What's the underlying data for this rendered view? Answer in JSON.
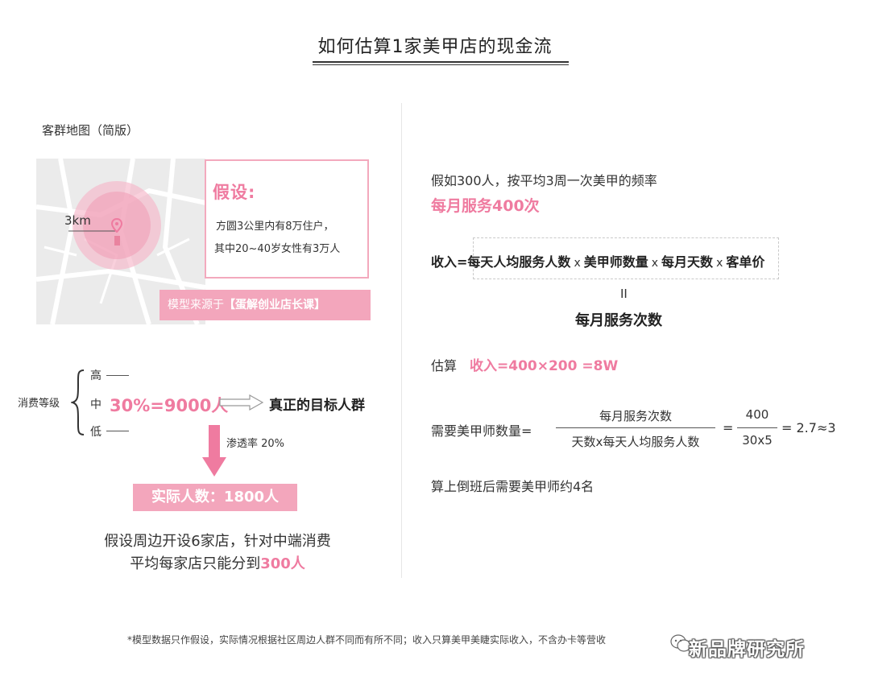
{
  "title": "如何估算1家美甲店的现金流",
  "left": {
    "map_heading": "客群地图（简版）",
    "map_radius_label": "3km",
    "assumption": {
      "title": "假设:",
      "line1": "方圆3公里内有8万住户，",
      "line2": "其中20~40岁女性有3万人"
    },
    "source": {
      "prefix": "模型来源于",
      "name": "【蛋解创业店长课】"
    },
    "consumption": {
      "label": "消费等级",
      "high": "高",
      "mid": "中",
      "low": "低",
      "mid_value": "30%=9000人",
      "target": "真正的目标人群",
      "penetration": "渗透率 20%"
    },
    "actual": "实际人数：1800人",
    "assume2_line1": "假设周边开设6家店，针对中端消费",
    "assume2_line2_prefix": "平均每家店只能分到",
    "assume2_line2_highlight": "300人"
  },
  "right": {
    "line1": "假如300人，按平均3周一次美甲的频率",
    "line2": "每月服务400次",
    "formula": {
      "lhs": "收入=",
      "t1": "每天人均服务人数",
      "t2": "美甲师数量",
      "t3": "每月天数",
      "t4": "客单价",
      "times": "x"
    },
    "equals_vertical": "II",
    "monthly_count": "每月服务次数",
    "estimate_label": "估算",
    "estimate_value": "收入=400×200 =8W",
    "need": {
      "label": "需要美甲师数量=",
      "numerator": "每月服务次数",
      "denominator": "天数x每天人均服务人数",
      "eq": "=",
      "num2": "400",
      "den2": "30x5",
      "result": "= 2.7≈3"
    },
    "staff_note": "算上倒班后需要美甲师约4名"
  },
  "footer": {
    "footnote": "*模型数据只作假设，实际情况根据社区周边人群不同而有所不同；收入只算美甲美睫实际收入，不含办卡等营收",
    "watermark": "新品牌研究所"
  },
  "colors": {
    "accent_pink": "#ef7ba0",
    "banner_pink": "#f3a6bc",
    "box_border": "#f3a9bd"
  }
}
